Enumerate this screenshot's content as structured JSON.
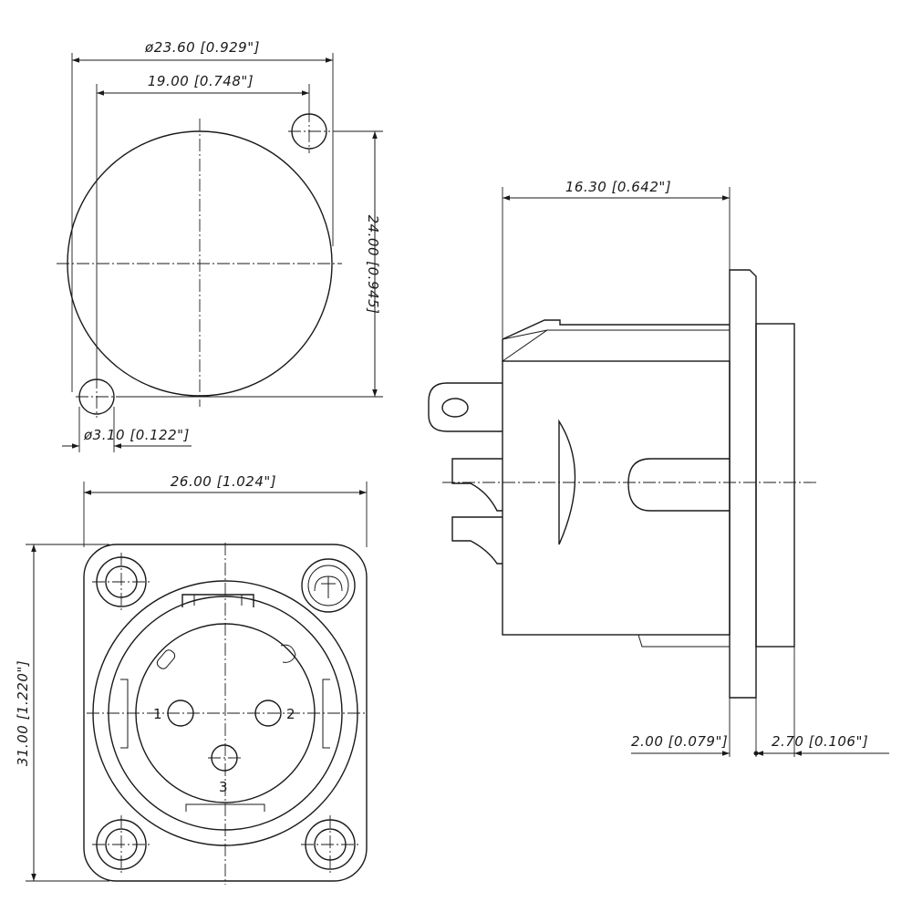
{
  "dimensions": {
    "flange_diameter": "ø23.60 [0.929\"]",
    "hole_spacing": "19.00 [0.748\"]",
    "panel_cut_height": "24.00 [0.945]",
    "mount_hole_diameter": "ø3.10 [0.122\"]",
    "body_width": "26.00 [1.024\"]",
    "body_height": "31.00 [1.220\"]",
    "depth": "16.30 [0.642\"]",
    "flange_thickness": "2.00 [0.079\"]",
    "front_protrusion": "2.70 [0.106\"]"
  },
  "pins": {
    "pin1": "1",
    "pin2": "2",
    "pin3": "3"
  }
}
